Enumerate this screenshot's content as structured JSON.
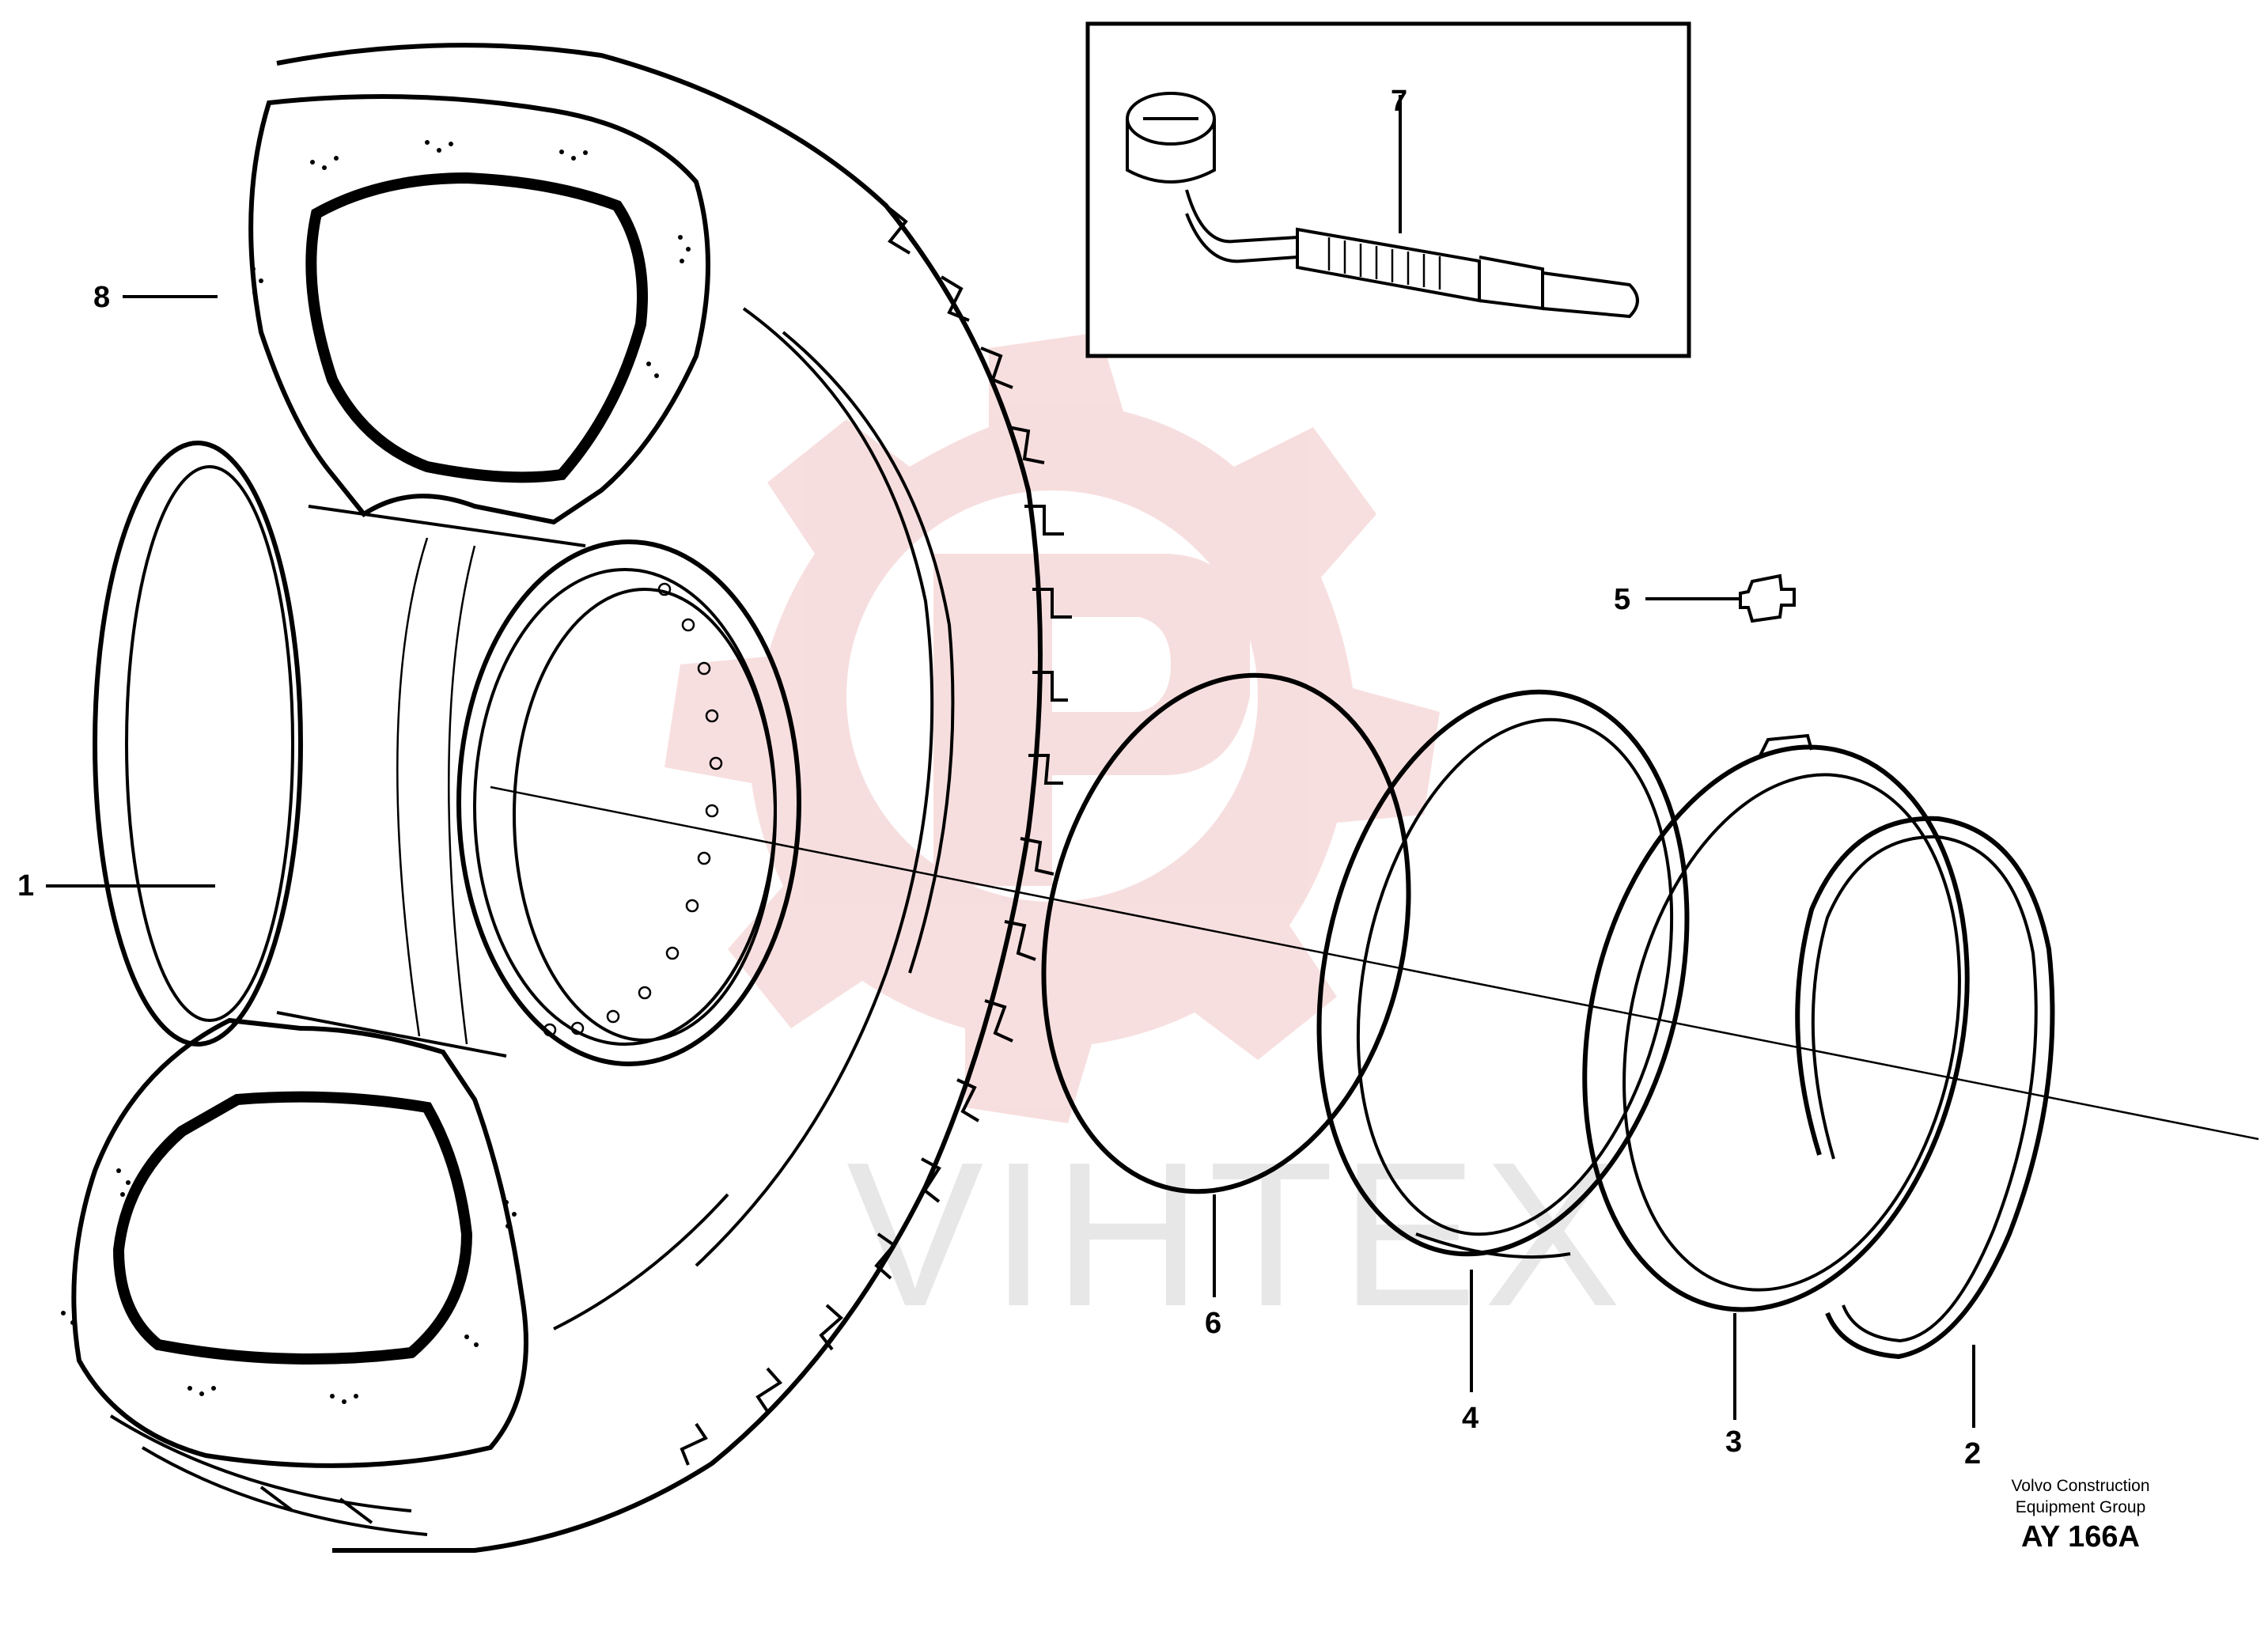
{
  "watermark": {
    "text": "VIHTEX",
    "logo_color": "#f2c4c4",
    "text_color": "#d4d4d4"
  },
  "callouts": [
    {
      "id": "1",
      "label": "1"
    },
    {
      "id": "2",
      "label": "2"
    },
    {
      "id": "3",
      "label": "3"
    },
    {
      "id": "4",
      "label": "4"
    },
    {
      "id": "5",
      "label": "5"
    },
    {
      "id": "6",
      "label": "6"
    },
    {
      "id": "7",
      "label": "7"
    },
    {
      "id": "8",
      "label": "8"
    }
  ],
  "credit": {
    "line1": "Volvo Construction",
    "line2": "Equipment Group",
    "code": "AY 166A"
  },
  "colors": {
    "ink": "#000000",
    "paper": "#ffffff"
  }
}
